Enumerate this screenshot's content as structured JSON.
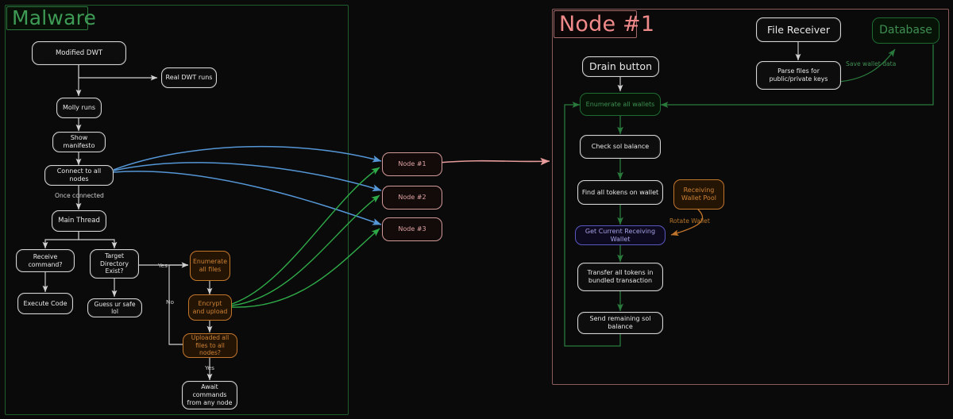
{
  "meta": {
    "background": "#0a0a0a",
    "colors": {
      "white_stroke": "#d7d7d7",
      "orange": "#c2762c",
      "green": "#2a7a3d",
      "bright_green": "#2faa48",
      "blue": "#4a8fd0",
      "red_pink": "#e0a4a4",
      "purple": "#5b57c0"
    }
  },
  "panels": {
    "malware": {
      "title": "Malware"
    },
    "node1": {
      "title": "Node #1"
    }
  },
  "malware_flow": {
    "nodes": [
      {
        "id": "modified-dwt",
        "label": "Modified DWT"
      },
      {
        "id": "real-dwt-runs",
        "label": "Real DWT runs"
      },
      {
        "id": "molly-runs",
        "label": "Molly runs"
      },
      {
        "id": "show-manifesto",
        "label": "Show manifesto"
      },
      {
        "id": "connect-all-nodes",
        "label": "Connect to all nodes"
      },
      {
        "id": "main-thread",
        "label": "Main Thread"
      },
      {
        "id": "receive-command",
        "label": "Receive command?"
      },
      {
        "id": "target-directory",
        "label": "Target Directory Exist?"
      },
      {
        "id": "execute-code",
        "label": "Execute Code"
      },
      {
        "id": "guess-ur-safe",
        "label": "Guess ur safe lol"
      },
      {
        "id": "enumerate-all-files",
        "label": "Enumerate all files"
      },
      {
        "id": "encrypt-and-upload",
        "label": "Encrypt and upload"
      },
      {
        "id": "uploaded-all-files",
        "label": "Uploaded all files to all nodes?"
      },
      {
        "id": "await-commands",
        "label": "Await commands from any node"
      }
    ],
    "edge_labels": [
      {
        "id": "once-connected",
        "label": "Once connected"
      },
      {
        "id": "yes-target-dir",
        "label": "Yes"
      },
      {
        "id": "no-uploaded",
        "label": "No"
      },
      {
        "id": "yes-uploaded",
        "label": "Yes"
      }
    ]
  },
  "node_boxes": [
    {
      "id": "node-1",
      "label": "Node #1"
    },
    {
      "id": "node-2",
      "label": "Node #2"
    },
    {
      "id": "node-3",
      "label": "Node #3"
    }
  ],
  "node1_flow": {
    "nodes": [
      {
        "id": "drain-button",
        "label": "Drain button"
      },
      {
        "id": "enumerate-all-wallets",
        "label": "Enumerate all wallets"
      },
      {
        "id": "check-sol-balance",
        "label": "Check sol balance"
      },
      {
        "id": "find-all-tokens",
        "label": "Find all tokens on wallet"
      },
      {
        "id": "get-current-receiving",
        "label": "Get Current Receiving Wallet"
      },
      {
        "id": "transfer-all-tokens",
        "label": "Transfer all tokens in bundled transaction"
      },
      {
        "id": "send-remaining-sol",
        "label": "Send remaining sol balance"
      },
      {
        "id": "receiving-wallet-pool",
        "label": "Receiving Wallet Pool"
      },
      {
        "id": "file-receiver",
        "label": "File Receiver"
      },
      {
        "id": "parse-files",
        "label": "Parse files for public/private keys"
      },
      {
        "id": "database",
        "label": "Database"
      }
    ],
    "edge_labels": [
      {
        "id": "rotate-wallet",
        "label": "Rotate Wallet"
      },
      {
        "id": "save-wallet-data",
        "label": "Save wallet data"
      }
    ]
  }
}
